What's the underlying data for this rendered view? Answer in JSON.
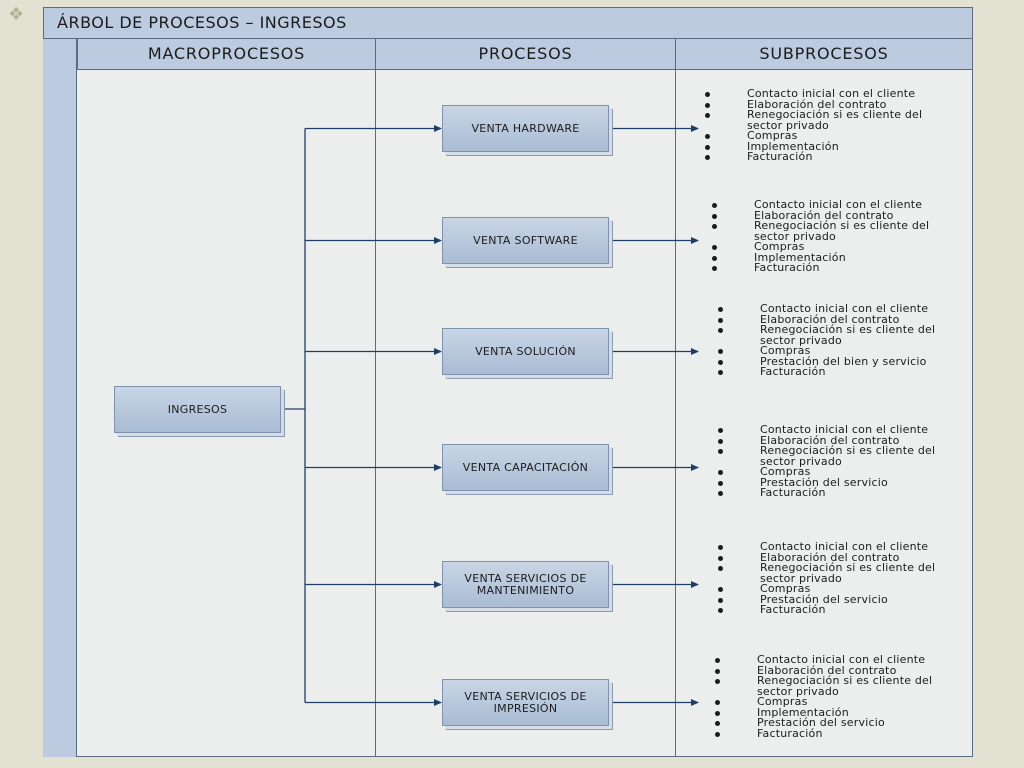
{
  "title": "ÁRBOL DE PROCESOS – INGRESOS",
  "columns": {
    "macro": "MACROPROCESOS",
    "procesos": "PROCESOS",
    "subprocesos": "SUBPROCESOS"
  },
  "root": "INGRESOS",
  "colors": {
    "header_fill": "#bccbdf",
    "box_fill": "#b3c4da",
    "line": "#1f3e66",
    "background": "#eceeee"
  },
  "processes": [
    {
      "label": "VENTA HARDWARE",
      "subprocesos": [
        "Contacto inicial con el cliente",
        "Elaboración del contrato",
        "Renegociación si es cliente del sector privado",
        "Compras",
        "Implementación",
        "Facturación"
      ]
    },
    {
      "label": "VENTA SOFTWARE",
      "subprocesos": [
        "Contacto inicial con el cliente",
        "Elaboración del contrato",
        "Renegociación si es cliente del sector privado",
        "Compras",
        "Implementación",
        "Facturación"
      ]
    },
    {
      "label": "VENTA SOLUCIÓN",
      "subprocesos": [
        "Contacto inicial con el cliente",
        "Elaboración del contrato",
        "Renegociación si es cliente del sector privado",
        "Compras",
        "Prestación del bien y servicio",
        "Facturación"
      ]
    },
    {
      "label": "VENTA CAPACITACIÓN",
      "subprocesos": [
        "Contacto inicial con el cliente",
        "Elaboración del contrato",
        "Renegociación si es cliente del sector privado",
        "Compras",
        "Prestación del servicio",
        "Facturación"
      ]
    },
    {
      "label": "VENTA SERVICIOS DE MANTENIMIENTO",
      "subprocesos": [
        "Contacto inicial con el cliente",
        "Elaboración del contrato",
        "Renegociación si es cliente del sector privado",
        "Compras",
        "Prestación del servicio",
        "Facturación"
      ]
    },
    {
      "label": "VENTA SERVICIOS DE IMPRESIÓN",
      "subprocesos": [
        "Contacto inicial con el cliente",
        "Elaboración del contrato",
        "Renegociación si es cliente del sector privado",
        "Compras",
        "Implementación",
        "Prestación del servicio",
        "Facturación"
      ]
    }
  ]
}
